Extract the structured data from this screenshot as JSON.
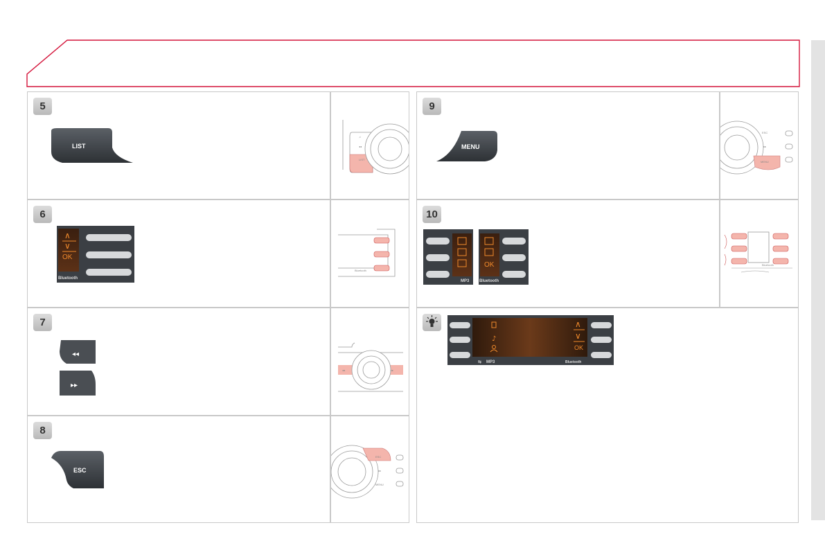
{
  "steps": [
    {
      "id": "5",
      "button_label": "LIST",
      "thumb_labels": [
        "LIST"
      ]
    },
    {
      "id": "6",
      "lcd_ok": "OK",
      "lcd_brand": "Bluetooth"
    },
    {
      "id": "7"
    },
    {
      "id": "8",
      "button_label": "ESC",
      "thumb_labels": [
        "ESC",
        "MENU"
      ]
    },
    {
      "id": "9",
      "button_label": "MENU",
      "thumb_labels": [
        "ESC",
        "MENU"
      ]
    },
    {
      "id": "10",
      "lcd_ok": "OK",
      "lcd_left_label": "MP3",
      "lcd_right_label": "Bluetooth"
    }
  ],
  "tip": {
    "lcd_left_label": "MP3",
    "lcd_ok": "OK",
    "lcd_brand": "Bluetooth"
  },
  "colors": {
    "accent": "#d4143a",
    "highlight": "#f4b5ac",
    "lcd_text": "#f08a2c",
    "button_dark": "#3a3e42"
  }
}
